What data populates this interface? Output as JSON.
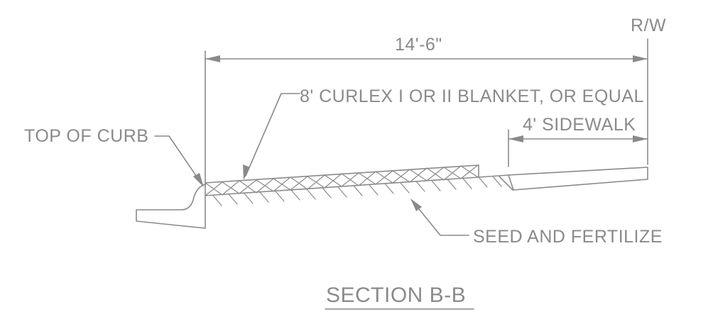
{
  "labels": {
    "right_of_way": "R/W",
    "overall_width": "14'-6\"",
    "blanket": "8' CURLEX I OR II BLANKET, OR EQUAL",
    "sidewalk": "4' SIDEWALK",
    "top_of_curb": "TOP OF CURB",
    "seed": "SEED AND FERTILIZE"
  },
  "title": "SECTION B-B",
  "colors": {
    "line": "#8a8a8a",
    "background": "#ffffff"
  }
}
